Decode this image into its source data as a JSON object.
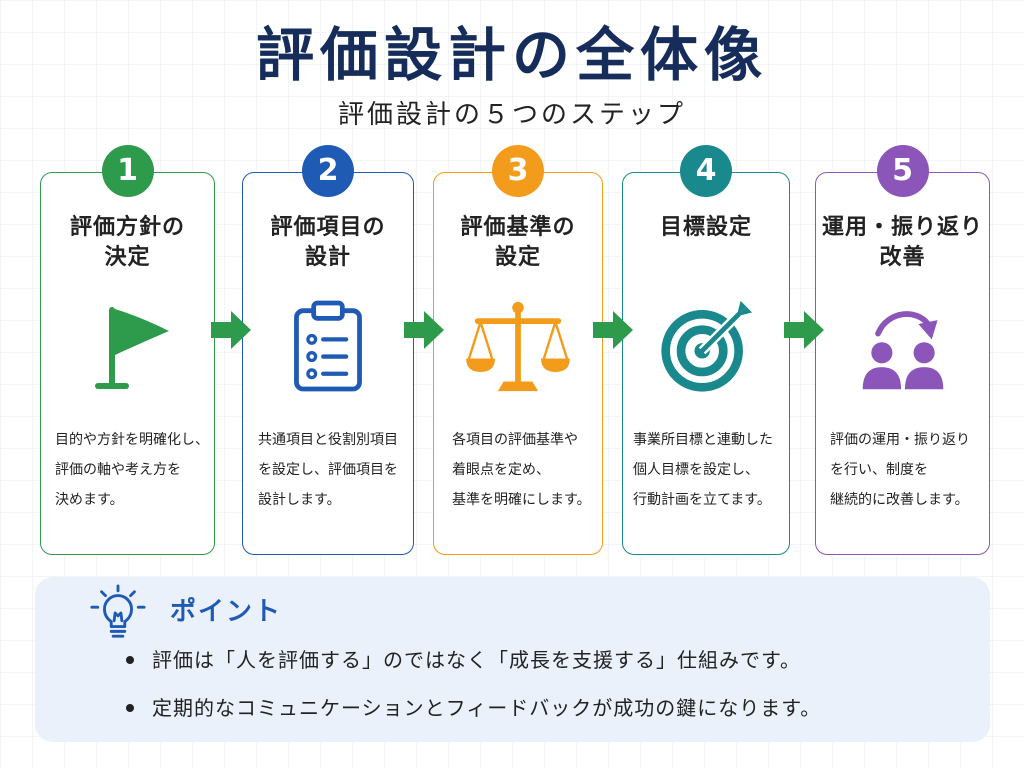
{
  "title": "評価設計の全体像",
  "subtitle": "評価設計の５つのステップ",
  "colors": {
    "title": "#162c5a",
    "arrow": "#2e9a4c",
    "point_background": "#eaf1fa",
    "point_accent": "#1f5bb5"
  },
  "steps": [
    {
      "number": "1",
      "title_lines": [
        "評価方針の",
        "決定"
      ],
      "icon": "flag-icon",
      "color": "#2e9a4c",
      "description_lines": [
        "目的や方針を明確化し、",
        "評価の軸や考え方を",
        "決めます。"
      ]
    },
    {
      "number": "2",
      "title_lines": [
        "評価項目の",
        "設計"
      ],
      "icon": "clipboard-icon",
      "color": "#1f5bb5",
      "description_lines": [
        "共通項目と役割別項目",
        "を設定し、評価項目を",
        "設計します。"
      ]
    },
    {
      "number": "3",
      "title_lines": [
        "評価基準の",
        "設定"
      ],
      "icon": "scales-icon",
      "color": "#f39c1c",
      "description_lines": [
        "各項目の評価基準や",
        "着眼点を定め、",
        "基準を明確にします。"
      ]
    },
    {
      "number": "4",
      "title_lines": [
        "目標設定"
      ],
      "icon": "target-icon",
      "color": "#19898e",
      "description_lines": [
        "事業所目標と連動した",
        "個人目標を設定し、",
        "行動計画を立てます。"
      ]
    },
    {
      "number": "5",
      "title_lines": [
        "運用・振り返り",
        "改善"
      ],
      "icon": "people-cycle-icon",
      "color": "#8b55ba",
      "description_lines": [
        "評価の運用・振り返り",
        "を行い、制度を",
        "継続的に改善します。"
      ]
    }
  ],
  "point": {
    "icon": "lightbulb-icon",
    "heading": "ポイント",
    "bullets": [
      "評価は「人を評価する」のではなく「成長を支援する」仕組みです。",
      "定期的なコミュニケーションとフィードバックが成功の鍵になります。"
    ]
  }
}
